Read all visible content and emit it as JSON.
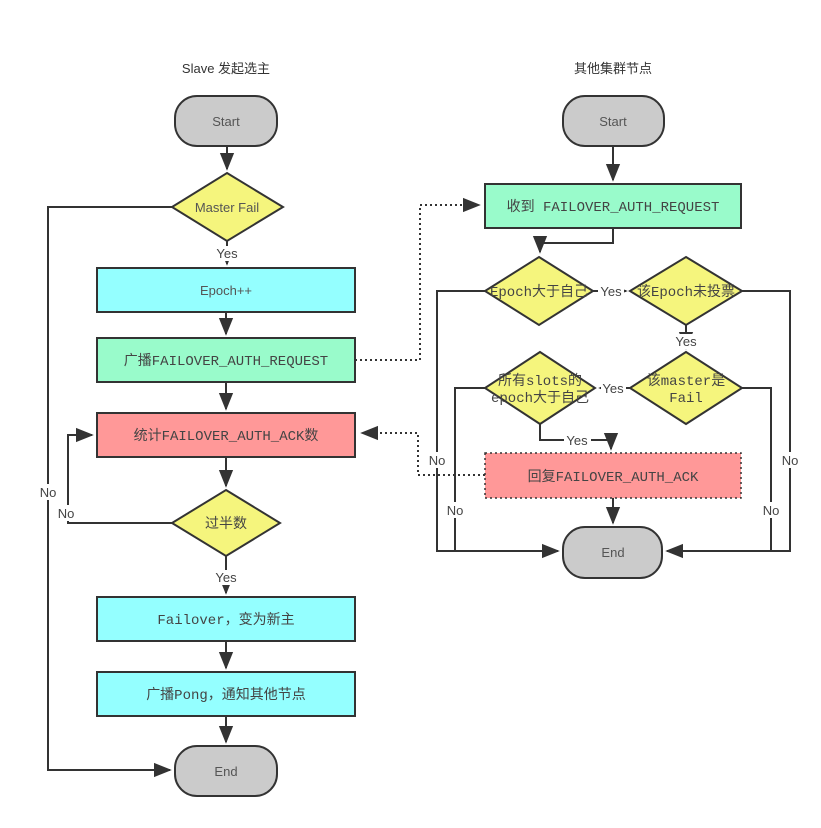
{
  "diagram": {
    "left": {
      "title": "Slave 发起选主",
      "start": "Start",
      "master_fail": "Master Fail",
      "epoch_inc": "Epoch++",
      "broadcast_request": "广播FAILOVER_AUTH_REQUEST",
      "count_ack": "统计FAILOVER_AUTH_ACK数",
      "majority": "过半数",
      "failover": "Failover，变为新主",
      "broadcast_pong": "广播Pong，通知其他节点",
      "end": "End"
    },
    "right": {
      "title": "其他集群节点",
      "start": "Start",
      "receive_request": "收到 FAILOVER_AUTH_REQUEST",
      "epoch_greater": "Epoch大于自己",
      "epoch_not_voted": "该Epoch未投票",
      "master_is_fail_line1": "该master是",
      "master_is_fail_line2": "Fail",
      "slots_line1": "所有slots的",
      "slots_line2": "epoch大于自己",
      "reply_ack": "回复FAILOVER_AUTH_ACK",
      "end": "End"
    },
    "labels": {
      "yes": "Yes",
      "no": "No"
    },
    "colors": {
      "terminal_fill": "#cbcbcb",
      "decision_fill": "#f5f57d",
      "process_cyan": "#94ffff",
      "message_green": "#99fbcb",
      "action_pink": "#ff9898",
      "line": "#333333"
    }
  }
}
